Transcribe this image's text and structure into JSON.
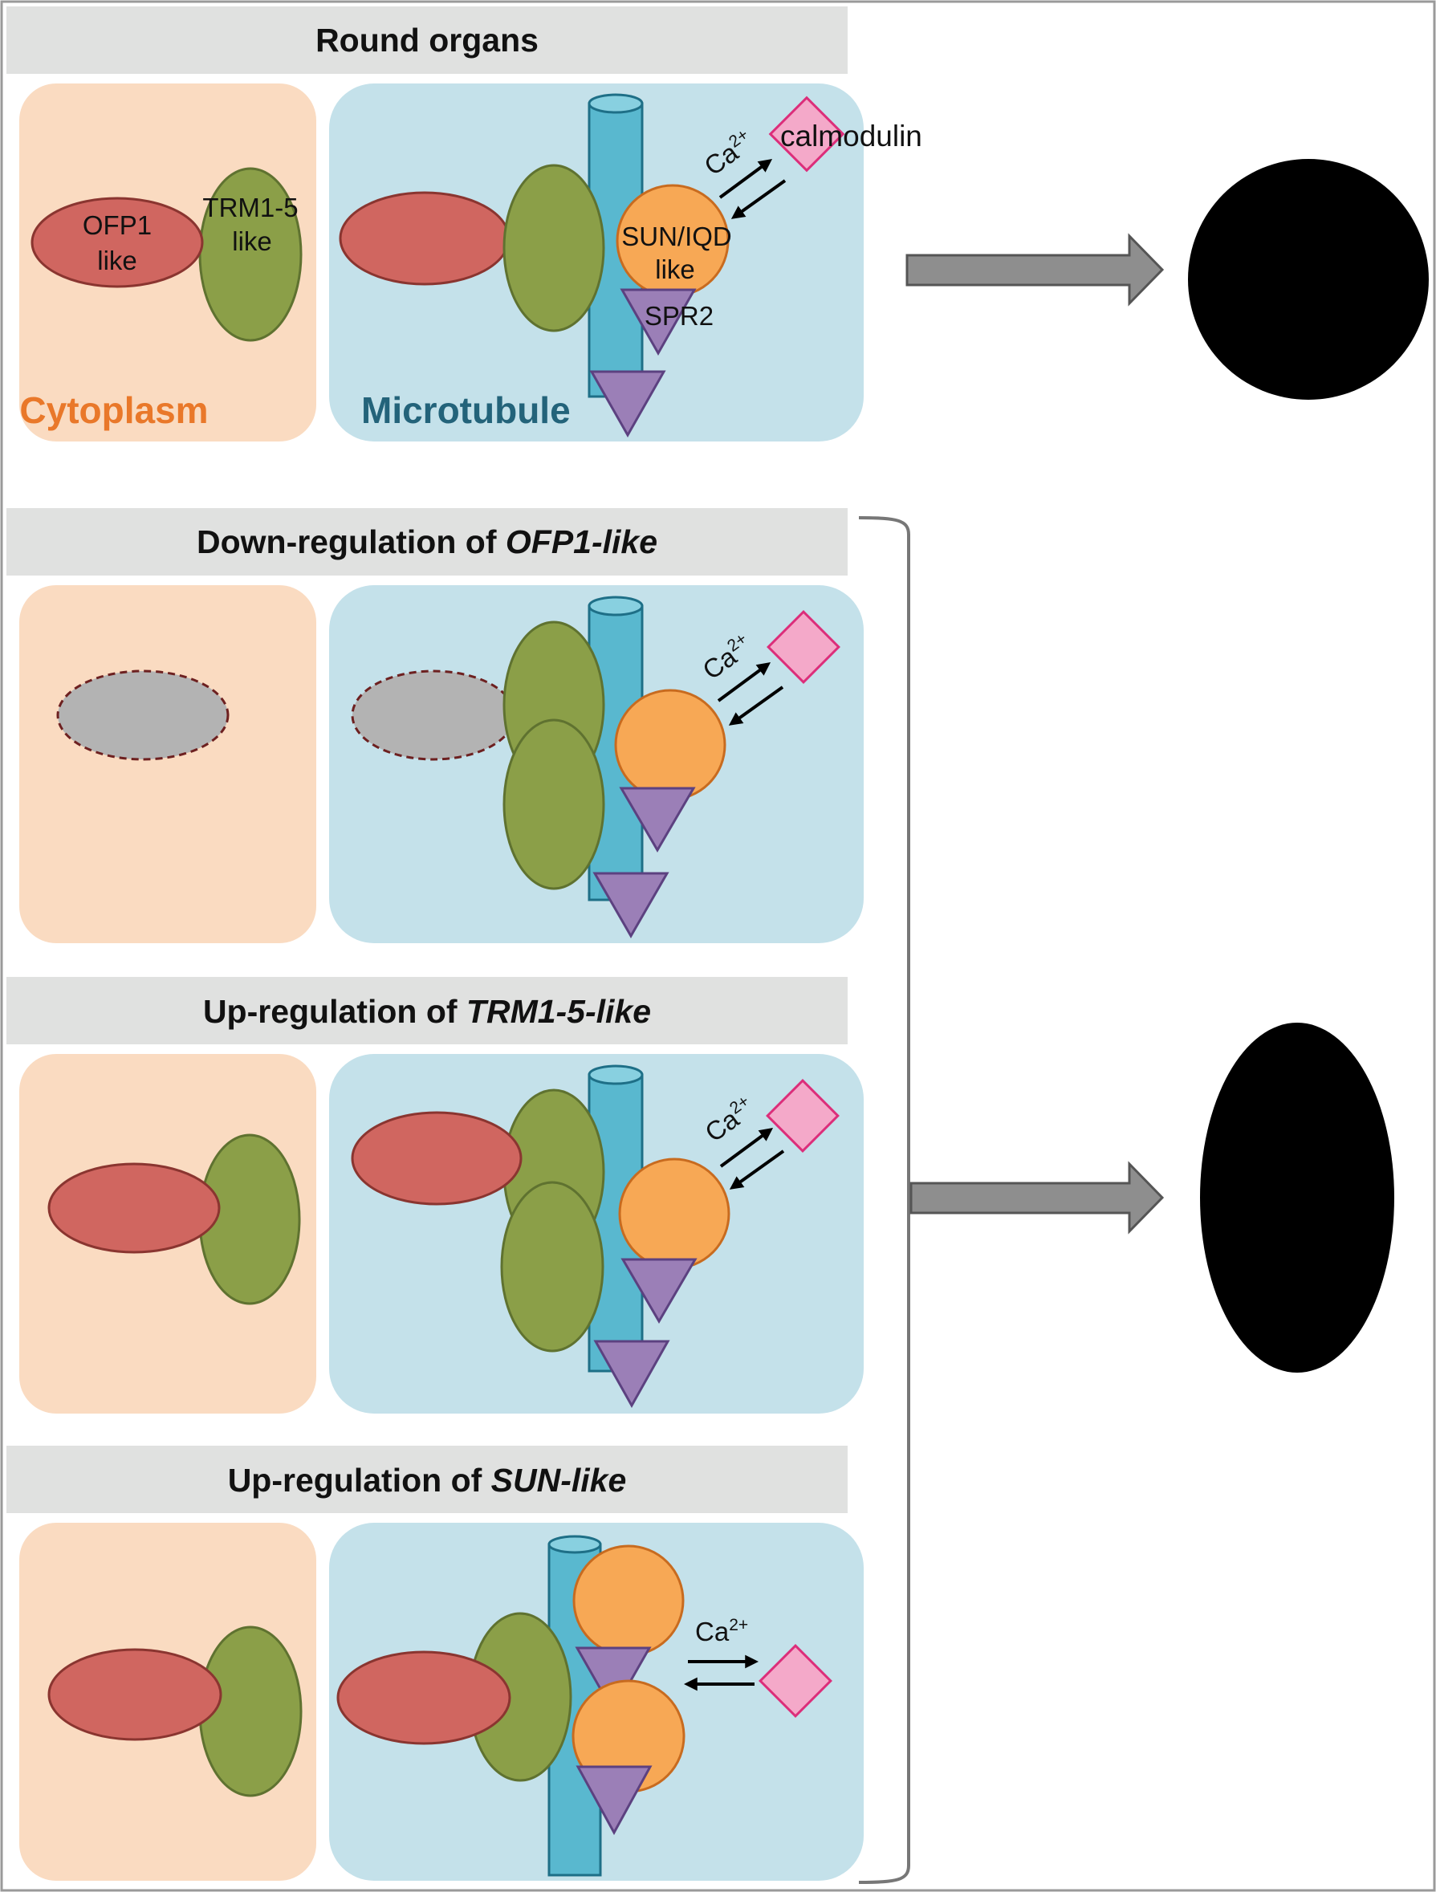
{
  "panels": [
    {
      "id": "round",
      "header": {
        "prefix": "Round organs",
        "gene": ""
      }
    },
    {
      "id": "ofp1",
      "header": {
        "prefix": "Down-regulation of ",
        "gene": "OFP1-like"
      }
    },
    {
      "id": "trm",
      "header": {
        "prefix": "Up-regulation of ",
        "gene": "TRM1-5-like"
      }
    },
    {
      "id": "sun",
      "header": {
        "prefix": "Up-regulation of ",
        "gene": "SUN-like"
      }
    }
  ],
  "labels": {
    "ofp1_line1": "OFP1",
    "ofp1_line2": "like",
    "trm_line1": "TRM1-5",
    "trm_line2": "like",
    "sun_line1": "SUN/IQD",
    "sun_line2": "like",
    "spr2": "SPR2",
    "calmodulin": "calmodulin",
    "calcium": "Ca",
    "calcium_charge": "2+"
  },
  "compartments": {
    "cytoplasm": "Cytoplasm",
    "microtubule": "Microtubule"
  },
  "colors": {
    "header_bg": "#e0e1e0",
    "cytoplasm_bg": "#fadbc1",
    "microtubule_bg": "#c4e1ea",
    "ofp1": "#d06660",
    "ofp1_down": "#b3b3b3",
    "trm": "#8b9f48",
    "sun": "#f7a855",
    "spr2": "#9b7fb7",
    "calmodulin": "#f4a9c9",
    "calmodulin_edge": "#dc2e7a",
    "microtubule_rod": "#59b8cf",
    "arrow": "#8e8e8e",
    "shape": "#000000",
    "cytoplasm_text": "#e9782a",
    "microtubule_text": "#23637a"
  },
  "outcome_shapes": [
    "round",
    "elongated"
  ]
}
